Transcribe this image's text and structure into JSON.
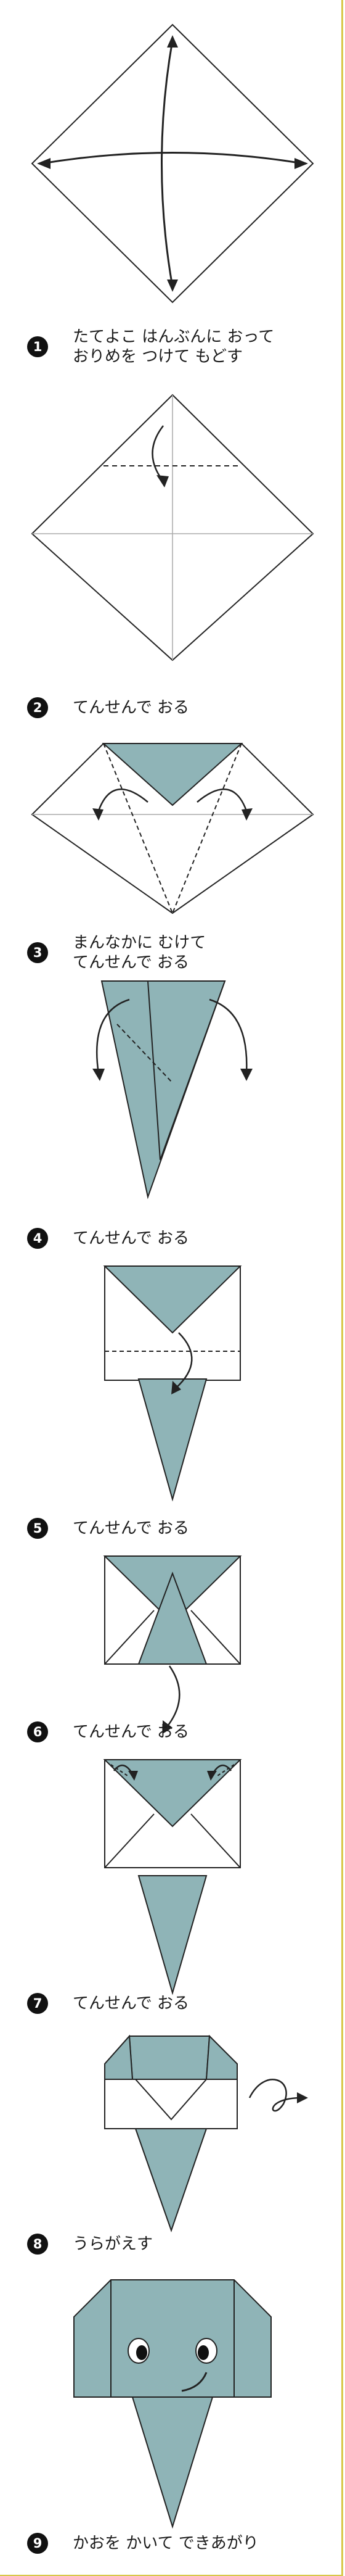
{
  "colors": {
    "paper": "#8fb4b7",
    "line": "#222222",
    "crease": "#a9a9a9",
    "badge": "#111111"
  },
  "steps": [
    {
      "num": "1",
      "lines": [
        "たてよこ はんぶんに おって",
        "おりめを つけて もどす"
      ]
    },
    {
      "num": "2",
      "lines": [
        "てんせんで おる"
      ]
    },
    {
      "num": "3",
      "lines": [
        "まんなかに むけて",
        "てんせんで おる"
      ]
    },
    {
      "num": "4",
      "lines": [
        "てんせんで おる"
      ]
    },
    {
      "num": "5",
      "lines": [
        "てんせんで おる"
      ]
    },
    {
      "num": "6",
      "lines": [
        "てんせんで おる"
      ]
    },
    {
      "num": "7",
      "lines": [
        "てんせんで おる"
      ]
    },
    {
      "num": "8",
      "lines": [
        "うらがえす"
      ]
    },
    {
      "num": "9",
      "lines": [
        "かおを かいて できあがり"
      ]
    }
  ]
}
